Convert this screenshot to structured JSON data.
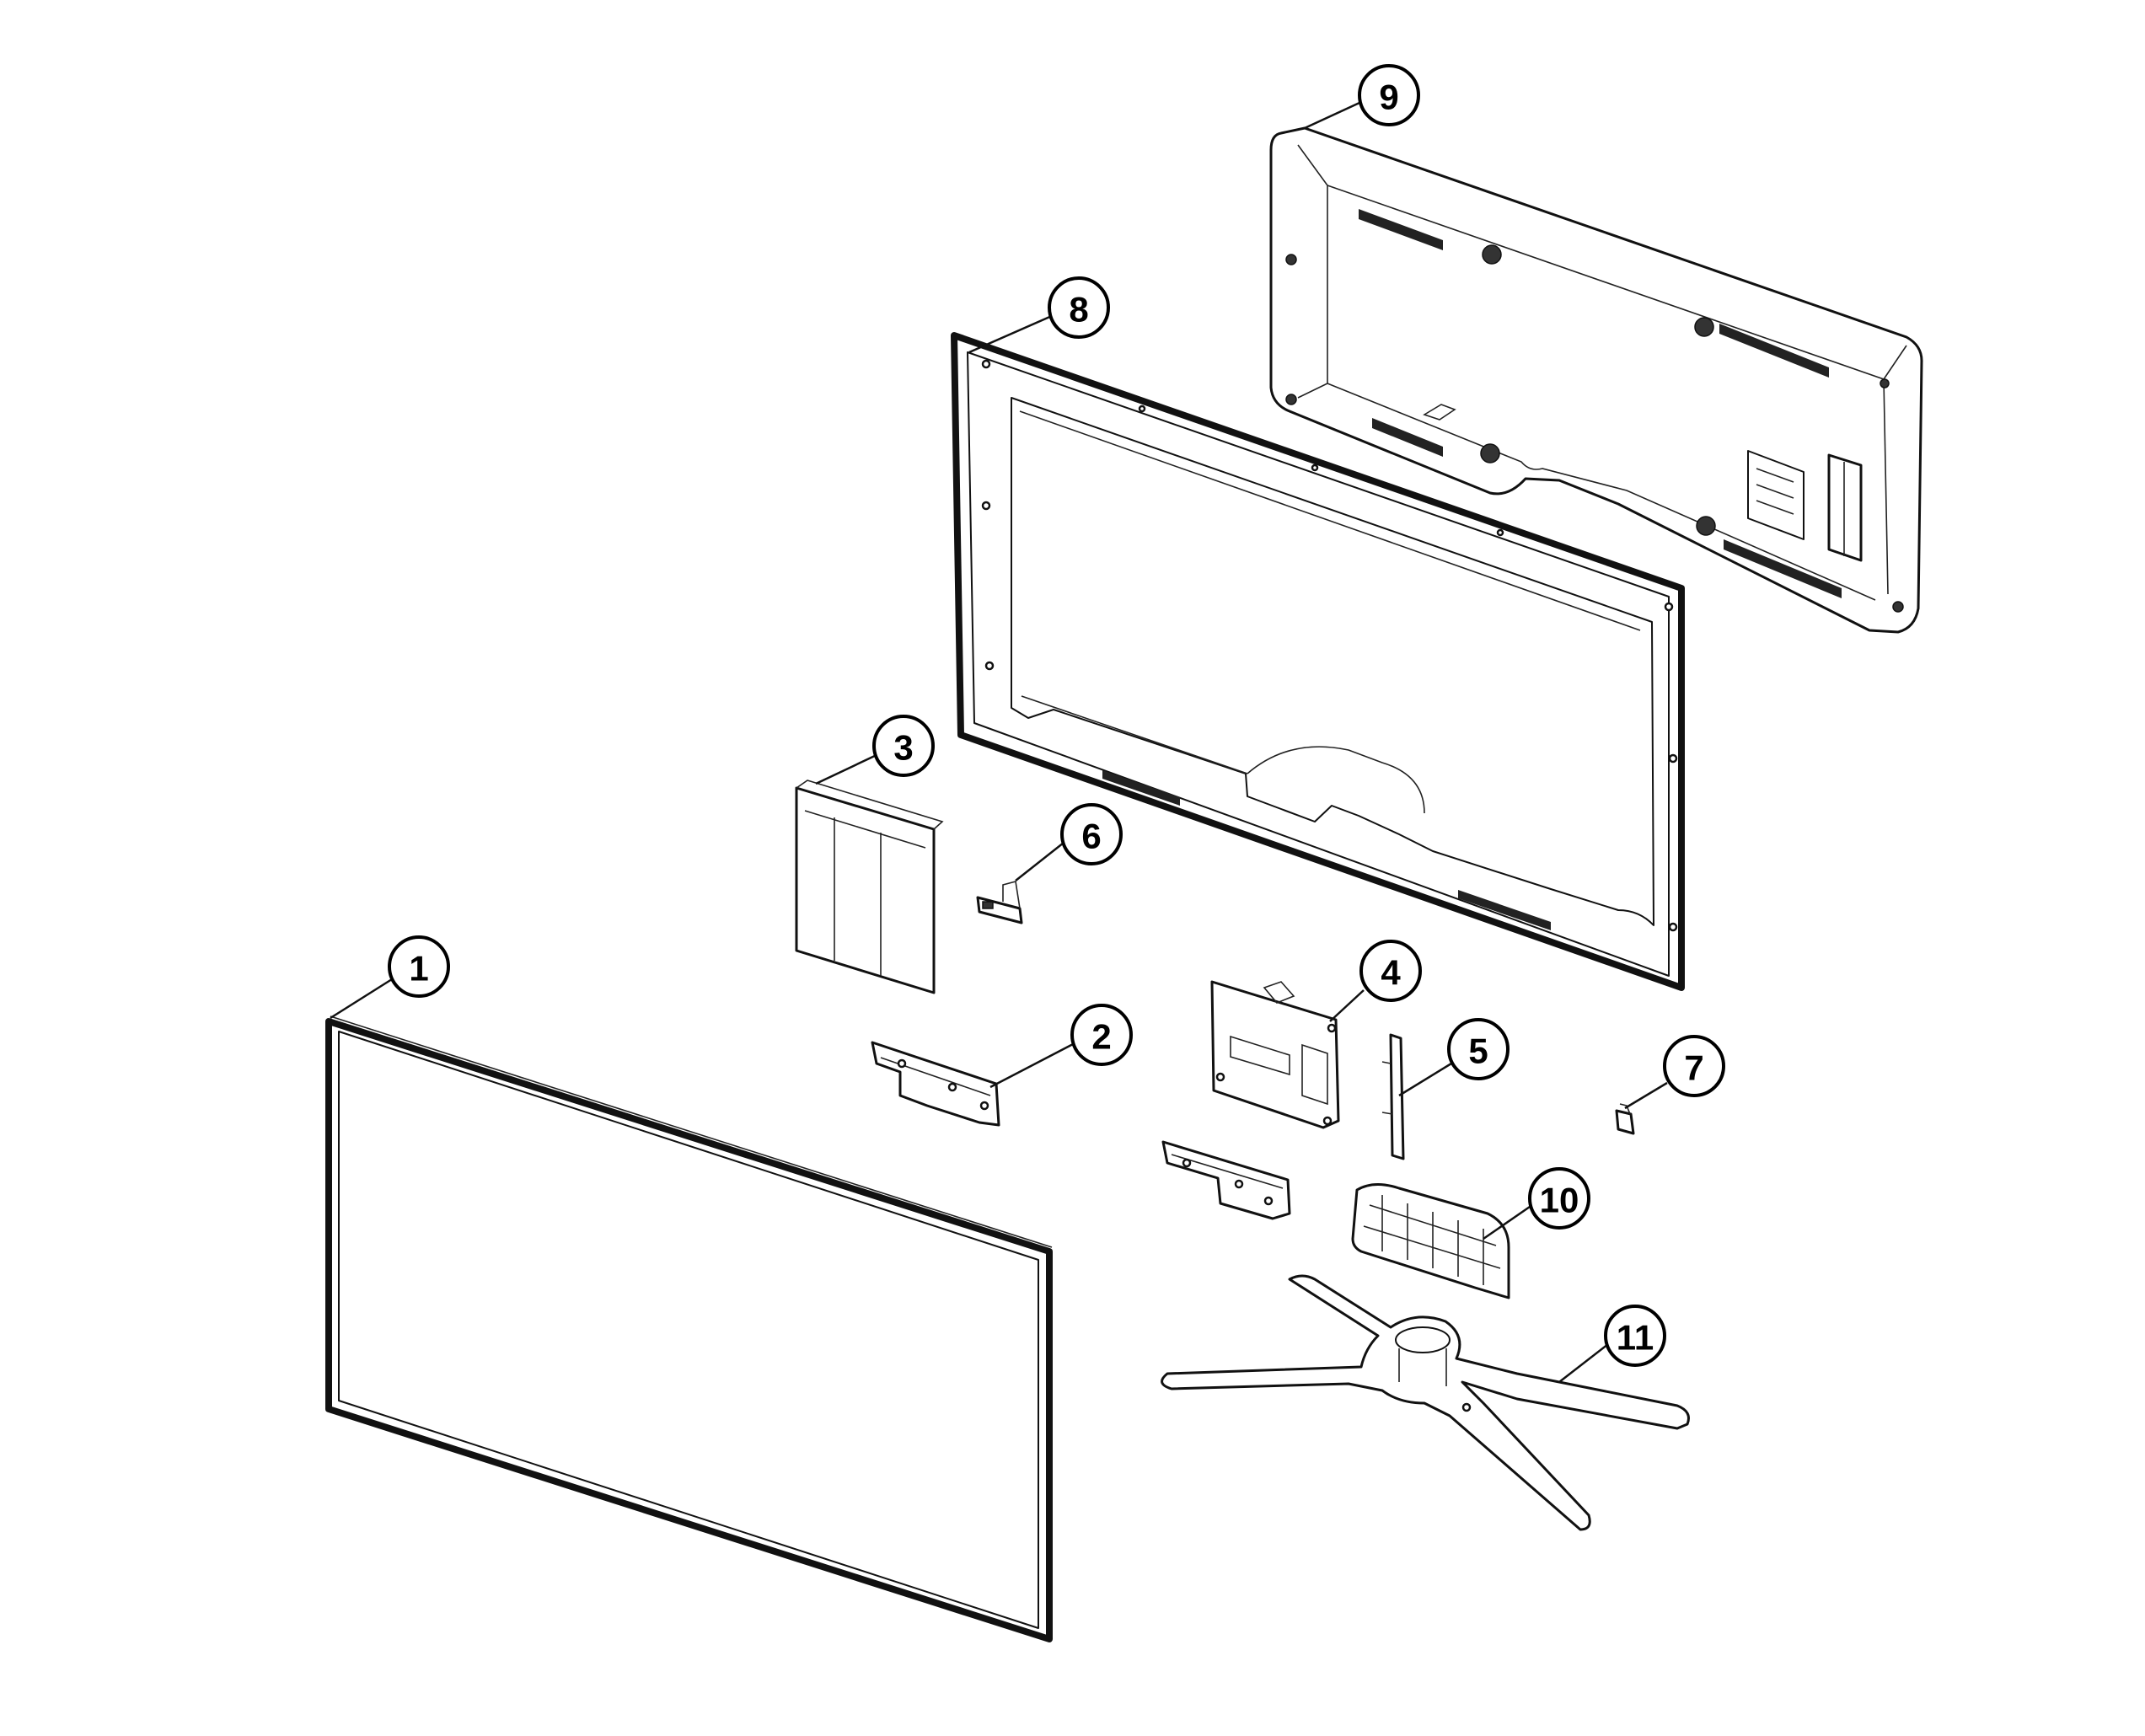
{
  "callouts": [
    {
      "id": "1",
      "label": "1"
    },
    {
      "id": "2",
      "label": "2"
    },
    {
      "id": "3",
      "label": "3"
    },
    {
      "id": "4",
      "label": "4"
    },
    {
      "id": "5",
      "label": "5"
    },
    {
      "id": "6",
      "label": "6"
    },
    {
      "id": "7",
      "label": "7"
    },
    {
      "id": "8",
      "label": "8"
    },
    {
      "id": "9",
      "label": "9"
    },
    {
      "id": "10",
      "label": "10"
    },
    {
      "id": "11",
      "label": "11"
    }
  ],
  "colors": {
    "line": "#111111",
    "background": "#ffffff"
  }
}
